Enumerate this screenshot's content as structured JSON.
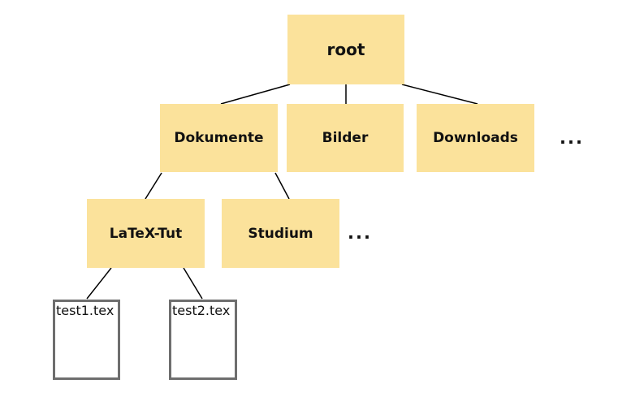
{
  "diagram": {
    "kind": "file-system-tree",
    "colors": {
      "background": "#ffffff",
      "folder_fill": "#fbe29b",
      "file_fill": "#ffffff",
      "file_border": "#6e6e6e",
      "edge": "#000000",
      "text": "#111111"
    }
  },
  "nodes": {
    "root": {
      "label": "root"
    },
    "dokumente": {
      "label": "Dokumente"
    },
    "bilder": {
      "label": "Bilder"
    },
    "downloads": {
      "label": "Downloads"
    },
    "more_level1": {
      "label": "..."
    },
    "latex_tut": {
      "label": "LaTeX-Tut"
    },
    "studium": {
      "label": "Studium"
    },
    "more_level2": {
      "label": "..."
    },
    "test1": {
      "label": "test1.tex"
    },
    "test2": {
      "label": "test2.tex"
    }
  },
  "edges": [
    {
      "from": "root",
      "to": "dokumente"
    },
    {
      "from": "root",
      "to": "bilder"
    },
    {
      "from": "root",
      "to": "downloads"
    },
    {
      "from": "dokumente",
      "to": "latex_tut"
    },
    {
      "from": "dokumente",
      "to": "studium"
    },
    {
      "from": "latex_tut",
      "to": "test1"
    },
    {
      "from": "latex_tut",
      "to": "test2"
    }
  ]
}
